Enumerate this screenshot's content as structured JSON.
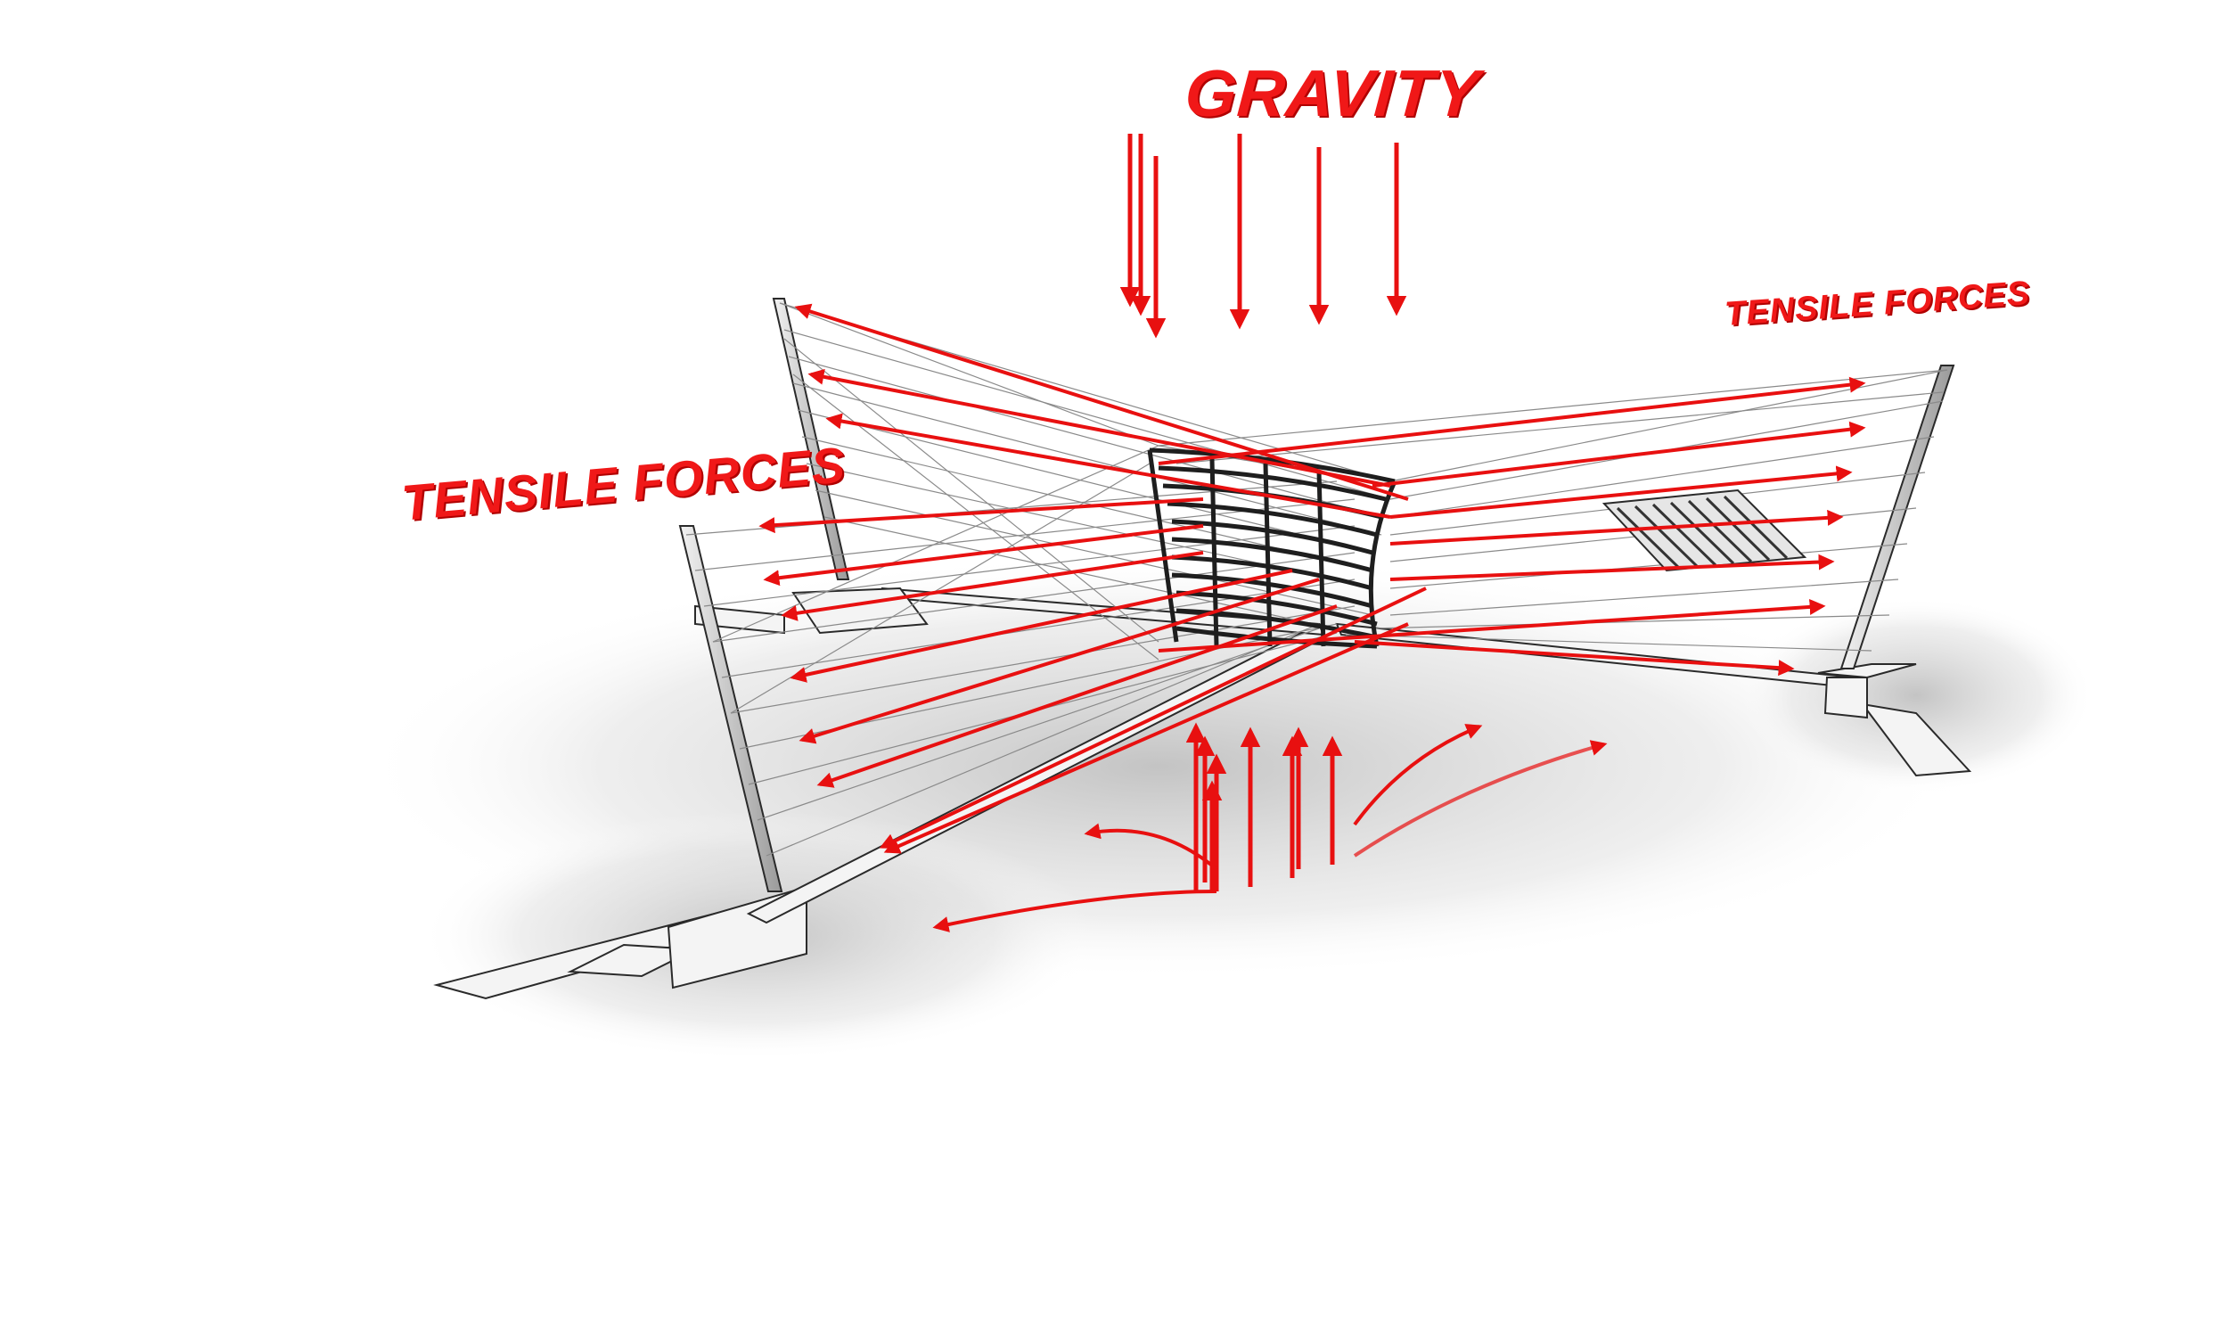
{
  "labels": {
    "gravity": "GRAVITY",
    "tensile_left": "TENSILE FORCES",
    "tensile_right": "TENSILE FORCES"
  },
  "colors": {
    "force_arrow": "#e81010",
    "structure_line": "#3a3a3a",
    "cable": "#9a9a9a",
    "shadow": "#cfcfcf"
  },
  "elements": {
    "gravity_arrows": 6,
    "uplift_arrows": 8,
    "wind_curves": 4
  }
}
